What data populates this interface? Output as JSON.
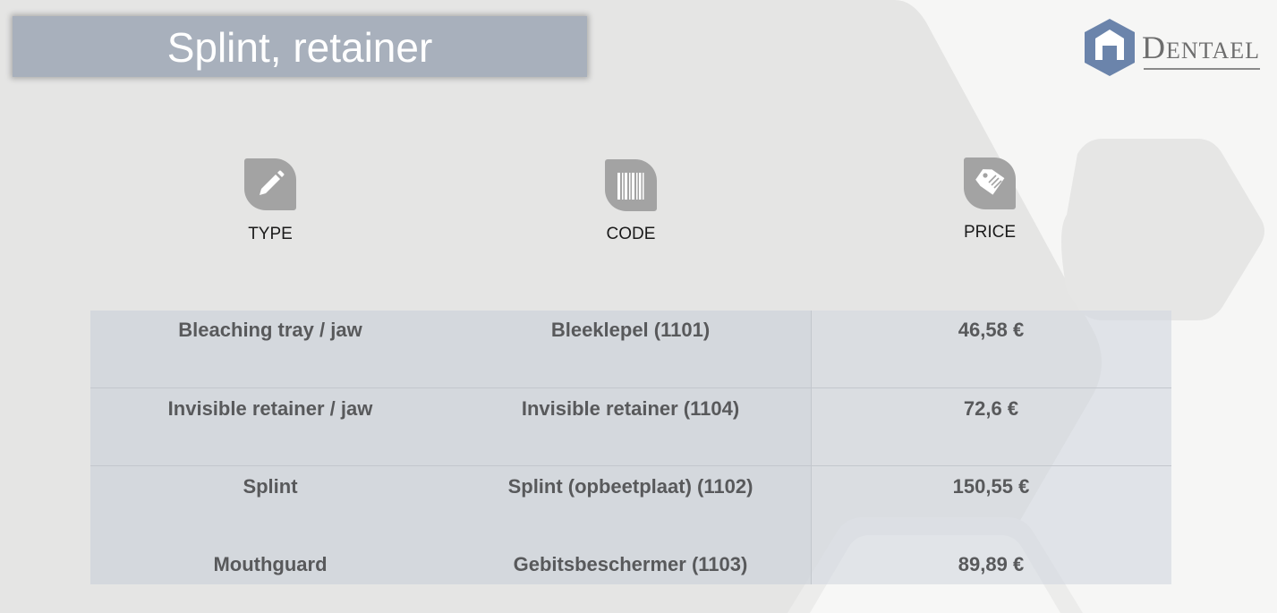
{
  "header": {
    "title": "Splint, retainer"
  },
  "logo": {
    "initial": "D",
    "rest": "ENTAEL",
    "icon": "house-hexagon-icon",
    "color": "#6b84ab"
  },
  "columns": [
    {
      "label": "TYPE",
      "icon": "pencil-icon"
    },
    {
      "label": "CODE",
      "icon": "barcode-icon"
    },
    {
      "label": "PRICE",
      "icon": "price-tag-icon"
    }
  ],
  "rows": [
    {
      "type": "Bleaching tray / jaw",
      "code": "Bleeklepel (1101)",
      "price": "46,58 €"
    },
    {
      "type": "Invisible retainer / jaw",
      "code": "Invisible retainer (1104)",
      "price": "72,6 €"
    },
    {
      "type": "Splint",
      "code": "Splint (opbeetplaat) (1102)",
      "price": "150,55 €"
    },
    {
      "type": "Mouthguard",
      "code": "Gebitsbeschermer (1103)",
      "price": "89,89 €"
    }
  ],
  "colors": {
    "title_bar": "#a8b0bc",
    "icon_tile": "#a3a3a3",
    "cell_text": "#58595b"
  }
}
